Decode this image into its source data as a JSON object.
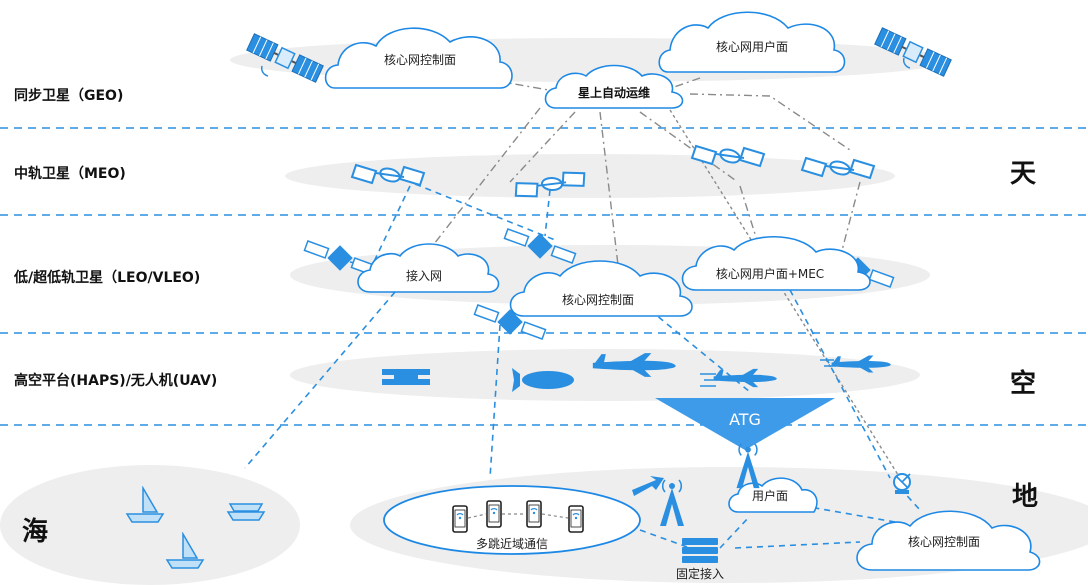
{
  "layers": {
    "geo": "同步卫星（GEO)",
    "meo": "中轨卫星（MEO)",
    "leo": "低/超低轨卫星（LEO/VLEO)",
    "haps": "高空平台(HAPS)/无人机(UAV)"
  },
  "domains": {
    "sky": "天",
    "air": "空",
    "ground": "地",
    "sea": "海"
  },
  "clouds": {
    "geo_control": "核心网控制面",
    "geo_user": "核心网用户面",
    "onboard_ops": "星上自动运维",
    "leo_access": "接入网",
    "leo_control": "核心网控制面",
    "leo_user_mec": "核心网用户面+MEC",
    "ground_user": "用户面",
    "ground_control": "核心网控制面"
  },
  "labels": {
    "atg": "ATG",
    "multihop": "多跳近域通信",
    "fixed_access": "固定接入"
  },
  "colors": {
    "accent": "#2a8fe0",
    "cloud_stroke": "#1e88e5",
    "band": "#eeeeee",
    "atg_fill": "#3d9be9"
  }
}
